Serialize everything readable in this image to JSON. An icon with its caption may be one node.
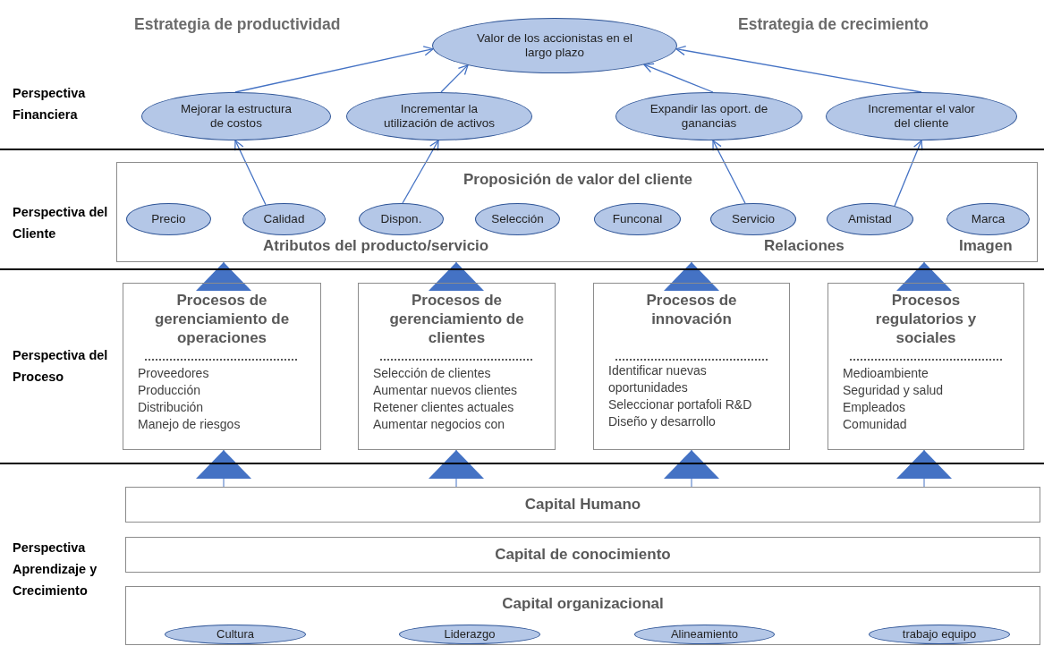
{
  "diagram": {
    "nodes": [
      {
        "text": [
          "Valor de los accionistas en el largo plazo"
        ]
      },
      {
        "text": [
          "Mejorar la estructura de costos"
        ]
      },
      {
        "text": [
          "Incrementar la utilización de activos"
        ]
      },
      {
        "text": [
          "Expandir las oport. de ganancias"
        ]
      },
      {
        "text": [
          "Incrementar el valor del cliente"
        ]
      },
      {
        "text": [
          "Proposición de valor del cliente",
          "Atributos del producto/servicio",
          "Relaciones",
          "Imagen"
        ]
      },
      {
        "text": [
          "Precio"
        ],
        "in": 5
      },
      {
        "text": [
          "Calidad"
        ],
        "in": 5
      },
      {
        "text": [
          "Dispon."
        ],
        "in": 5
      },
      {
        "text": [
          "Selección"
        ],
        "in": 5
      },
      {
        "text": [
          "Funconal"
        ],
        "in": 5
      },
      {
        "text": [
          "Servicio"
        ],
        "in": 5
      },
      {
        "text": [
          "Amistad"
        ],
        "in": 5
      },
      {
        "text": [
          "Marca"
        ],
        "in": 5
      },
      {
        "text": [
          "Procesos de gerenciamiento de operaciones",
          "Proveedores",
          "Producción",
          "Distribución",
          "Manejo de riesgos"
        ]
      },
      {
        "text": [
          "Procesos de gerenciamiento de clientes",
          "Selección de clientes",
          "Aumentar nuevos clientes",
          "Retener clientes actuales",
          "Aumentar negocios con"
        ]
      },
      {
        "text": [
          "Procesos de innovación",
          "Identificar nuevas oportunidades",
          "Seleccionar portafoli R&D",
          "Diseño y desarrollo"
        ]
      },
      {
        "text": [
          "Procesos regulatorios y sociales",
          "Medioambiente",
          "Seguridad y salud",
          "Empleados",
          "Comunidad"
        ]
      },
      {
        "text": [
          "Capital Humano"
        ]
      },
      {
        "text": [
          "Capital de conocimiento"
        ]
      },
      {
        "text": [
          "Capital organizacional"
        ]
      },
      {
        "text": [
          "Cultura"
        ],
        "in": 20
      },
      {
        "text": [
          "Liderazgo"
        ],
        "in": 20
      },
      {
        "text": [
          "Alineamiento"
        ],
        "in": 20
      },
      {
        "text": [
          "trabajo equipo"
        ],
        "in": 20
      }
    ],
    "edges": [
      {
        "from": 1,
        "to": 0,
        "arrow": "to"
      },
      {
        "from": 2,
        "to": 0,
        "arrow": "to"
      },
      {
        "from": 3,
        "to": 0,
        "arrow": "to"
      },
      {
        "from": 4,
        "to": 0,
        "arrow": "to"
      },
      {
        "from": 7,
        "to": 1,
        "arrow": "to"
      },
      {
        "from": 8,
        "to": 2,
        "arrow": "to"
      },
      {
        "from": 11,
        "to": 3,
        "arrow": "to"
      },
      {
        "from": 12,
        "to": 4,
        "arrow": "to"
      },
      {
        "from": 14,
        "to": 5,
        "arrow": "to"
      },
      {
        "from": 15,
        "to": 5,
        "arrow": "to"
      },
      {
        "from": 16,
        "to": 5,
        "arrow": "to"
      },
      {
        "from": 17,
        "to": 5,
        "arrow": "to"
      },
      {
        "from": 18,
        "to": 14,
        "arrow": "to"
      },
      {
        "from": 18,
        "to": 15,
        "arrow": "to"
      },
      {
        "from": 18,
        "to": 16,
        "arrow": "to"
      },
      {
        "from": 18,
        "to": 17,
        "arrow": "to"
      }
    ],
    "labels": [
      "Estrategia de productividad",
      "Estrategia de crecimiento",
      "Perspectiva Financiera",
      "Perspectiva del Cliente",
      "Perspectiva del Proceso",
      "Perspectiva Aprendizaje y Crecimiento"
    ]
  }
}
